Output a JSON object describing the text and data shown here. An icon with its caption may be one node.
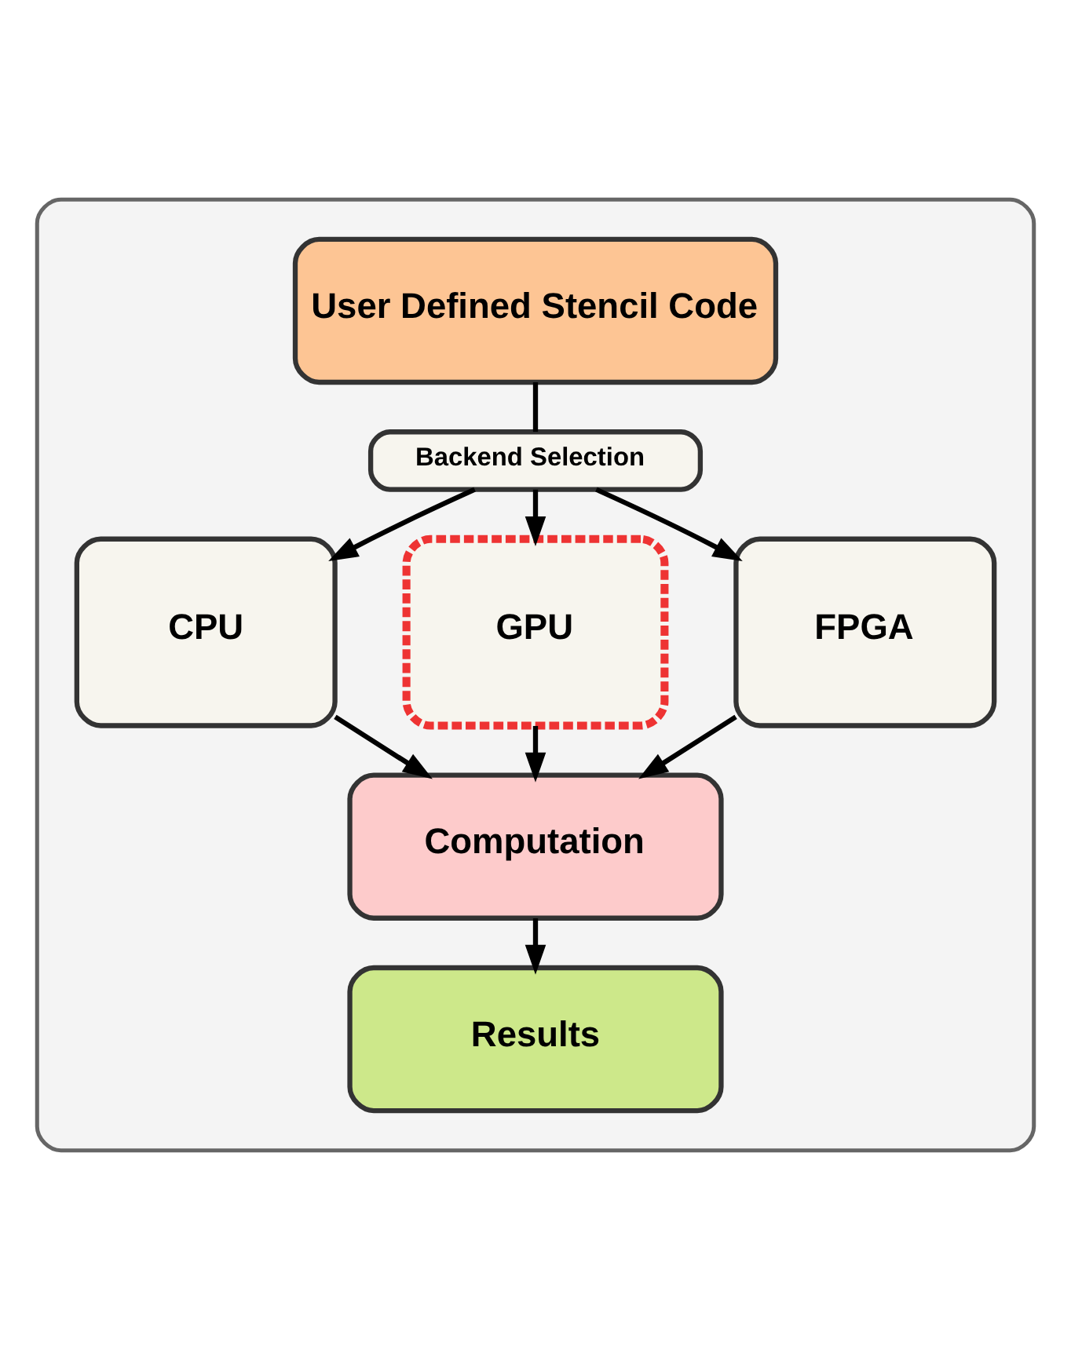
{
  "diagram": {
    "nodes": [
      {
        "text": [],
        "shape": "box"
      },
      {
        "text": [
          "User Defined Stencil Code"
        ],
        "in": 0
      },
      {
        "text": [
          "Backend Selection"
        ],
        "in": 0
      },
      {
        "text": [
          "CPU"
        ],
        "in": 0
      },
      {
        "text": [
          "GPU"
        ],
        "in": 0
      },
      {
        "text": [
          "FPGA"
        ],
        "in": 0
      },
      {
        "text": [
          "Computation"
        ],
        "in": 0
      },
      {
        "text": [
          "Results"
        ],
        "in": 0
      }
    ],
    "edges": [
      {
        "from": 1,
        "to": 2,
        "arrow": "none"
      },
      {
        "from": 2,
        "to": 3,
        "arrow": "to"
      },
      {
        "from": 2,
        "to": 4,
        "arrow": "to"
      },
      {
        "from": 2,
        "to": 5,
        "arrow": "to"
      },
      {
        "from": 3,
        "to": 6,
        "arrow": "to"
      },
      {
        "from": 4,
        "to": 6,
        "arrow": "to"
      },
      {
        "from": 5,
        "to": 6,
        "arrow": "to"
      },
      {
        "from": 6,
        "to": 7,
        "arrow": "to"
      }
    ]
  }
}
